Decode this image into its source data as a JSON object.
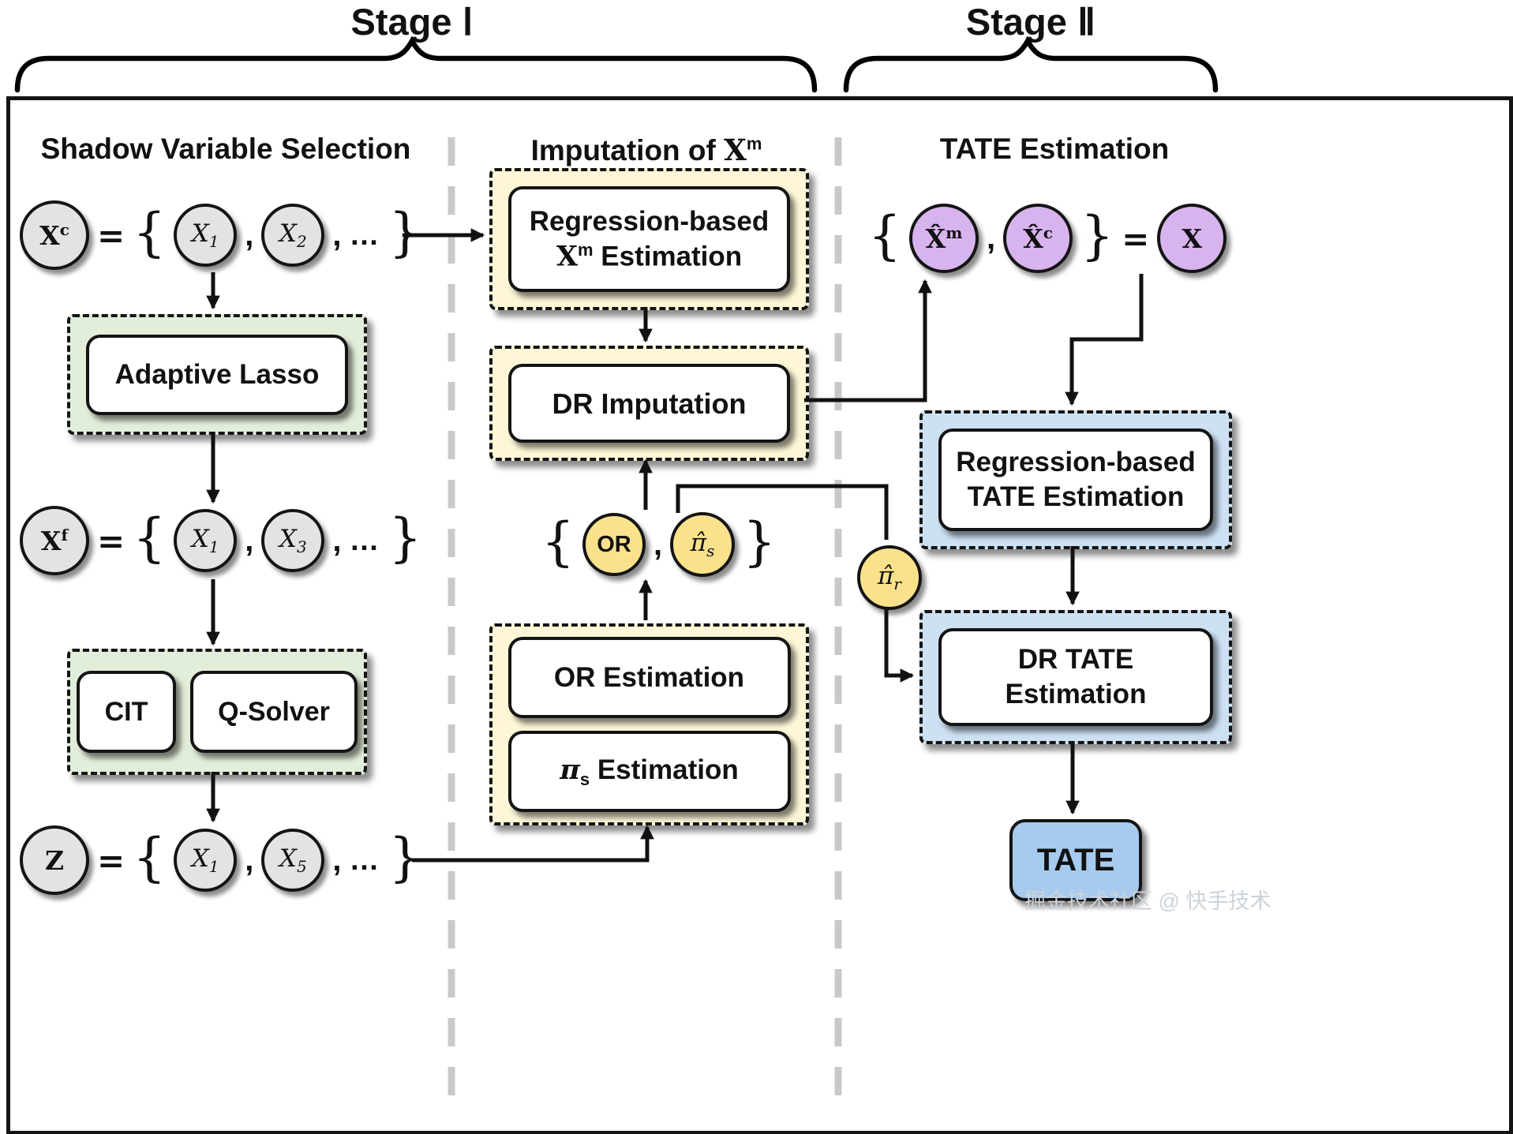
{
  "stage_labels": {
    "stage1": "Stage Ⅰ",
    "stage2": "Stage Ⅱ"
  },
  "headers": {
    "shadow": "Shadow Variable Selection",
    "imputation_prefix": "Imputation of ",
    "imputation_x": {
      "base": "X",
      "sup": "m"
    },
    "tate": "TATE Estimation"
  },
  "shadow_column": {
    "xc_row": {
      "head": {
        "base": "X",
        "sup": "c"
      },
      "equals": "=",
      "open": "{",
      "v1": {
        "base": "X",
        "sub": "1"
      },
      "comma": ",",
      "v2": {
        "base": "X",
        "sub": "2"
      },
      "comma2": ",",
      "dots": "…",
      "close": "}"
    },
    "adaptive_lasso": "Adaptive Lasso",
    "xf_row": {
      "head": {
        "base": "X",
        "sup": "f"
      },
      "equals": "=",
      "open": "{",
      "v1": {
        "base": "X",
        "sub": "1"
      },
      "comma": ",",
      "v2": {
        "base": "X",
        "sub": "3"
      },
      "comma2": ",",
      "dots": "…",
      "close": "}"
    },
    "cit": "CIT",
    "q_solver": "Q-Solver",
    "z_row": {
      "head": {
        "base": "Z"
      },
      "equals": "=",
      "open": "{",
      "v1": {
        "base": "X",
        "sub": "1"
      },
      "comma": ",",
      "v2": {
        "base": "X",
        "sub": "5"
      },
      "comma2": ",",
      "dots": "…",
      "close": "}"
    }
  },
  "imputation_column": {
    "regression_box": {
      "line1": "Regression-based",
      "x": {
        "base": "X",
        "sup": "m"
      },
      "line2_rest": " Estimation"
    },
    "dr_imputation": "DR Imputation",
    "or_pi_row": {
      "open": "{",
      "or": "OR",
      "comma": ",",
      "pi_s": {
        "base": "π̂",
        "sub": "s"
      },
      "close": "}"
    },
    "or_estimation": "OR Estimation",
    "pi_estimation": {
      "pi": {
        "base": "π",
        "sub": "s"
      },
      "rest": " Estimation"
    }
  },
  "tate_column": {
    "x_row": {
      "open": "{",
      "xm": {
        "base": "X̂",
        "sup": "m"
      },
      "comma": ",",
      "xc": {
        "base": "X̂",
        "sup": "c"
      },
      "close": "}",
      "equals": "=",
      "x": {
        "base": "X"
      }
    },
    "regression_tate": {
      "line1": "Regression-based",
      "line2": "TATE Estimation"
    },
    "pi_r": {
      "base": "π̂",
      "sub": "r"
    },
    "dr_tate": {
      "line1": "DR TATE",
      "line2": "Estimation"
    },
    "tate_label": "TATE"
  },
  "watermark": "掘金技术社区 @ 快手技术",
  "palette": {
    "frame_border": "#141414",
    "green_fill": "#e3eeda",
    "yellow_fill": "#fdf7d8",
    "blue_fill": "#cde1f3",
    "tate_fill": "#a6cbee",
    "gray_circle": "#e3e3e3",
    "purple_circle": "#d8b4ef",
    "yellow_circle": "#fae28d",
    "divider_gray": "#c9c9c9"
  }
}
